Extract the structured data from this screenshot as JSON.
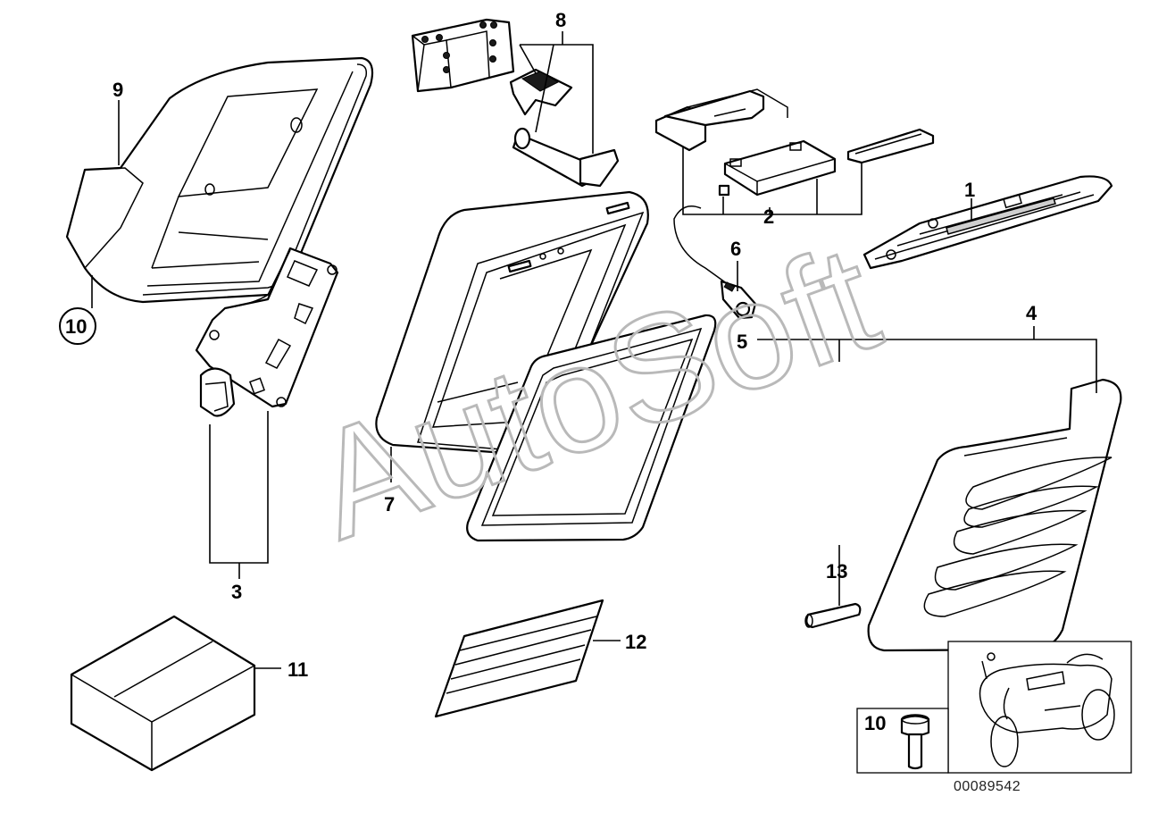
{
  "callouts": {
    "c1": "1",
    "c2": "2",
    "c3": "3",
    "c4": "4",
    "c5": "5",
    "c6": "6",
    "c7": "7",
    "c8": "8",
    "c9": "9",
    "c10": "10",
    "c11": "11",
    "c12": "12",
    "c13": "13",
    "inset_10": "10"
  },
  "watermark": "AutoSoft",
  "footer": {
    "diagram_code": "00089542"
  }
}
